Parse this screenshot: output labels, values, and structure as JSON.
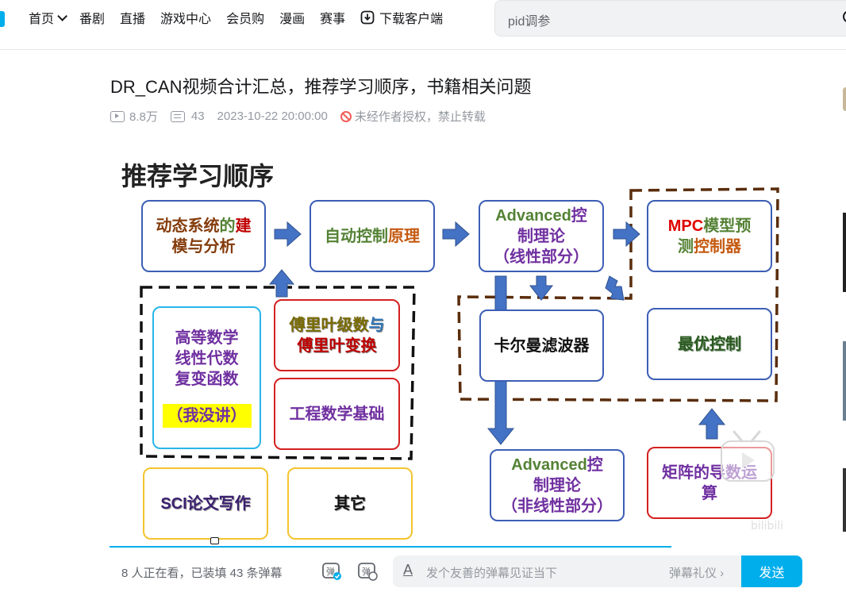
{
  "nav": {
    "items": [
      "首页",
      "番剧",
      "直播",
      "游戏中心",
      "会员购",
      "漫画",
      "赛事",
      "下载客户端"
    ],
    "search_value": "pid调参"
  },
  "video": {
    "title": "DR_CAN视频合计汇总，推荐学习顺序，书籍相关问题",
    "views": "8.8万",
    "danmaku_count": "43",
    "datetime": "2023-10-22 20:00:00",
    "copyright": "未经作者授权，禁止转载"
  },
  "slide": {
    "title": "推荐学习顺序",
    "boxes": {
      "dynamics": {
        "part1": "动态系统",
        "part2": "的",
        "part3": "建",
        "line2": "模与分析"
      },
      "auto_control": {
        "part1": "自动控制",
        "part2": "原理"
      },
      "advanced_linear": {
        "line1a": "Advanced",
        "line1b": "控",
        "line2": "制理论",
        "line3": "（线性部分）"
      },
      "mpc": {
        "part1": "MPC",
        "part2": "模型预",
        "line2a": "测",
        "line2b": "控制器"
      },
      "math": {
        "line1": "高等数学",
        "line2": "线性代数",
        "line3": "复变函数",
        "note": "（我没讲）"
      },
      "fourier": {
        "line1a": "傅里叶级数",
        "line1b": "与",
        "line2": "傅里叶变换"
      },
      "eng_math": "工程数学基础",
      "kalman": {
        "part1": "卡",
        "part2": "尔曼滤波器"
      },
      "optimal": "最优控制",
      "advanced_nonlinear": {
        "line1a": "Advanced",
        "line1b": "控",
        "line2": "制理论",
        "line3": "（非线性部分）"
      },
      "sci": "SCI论文写作",
      "other": "其它",
      "matrix": {
        "line1": "矩阵的导数运",
        "line2": "算"
      }
    }
  },
  "player": {
    "watching": "8 人正在看，已装填 43 条弹幕",
    "danmaku_placeholder": "发个友善的弹幕见证当下",
    "etiquette": "弹幕礼仪 ›",
    "send": "发送",
    "toggle_label": "弹"
  },
  "colors": {
    "brand": "#00aeec",
    "box_border": "#3c5eb5",
    "dash": "#5a2d0c",
    "arrow": "#4472c4"
  }
}
